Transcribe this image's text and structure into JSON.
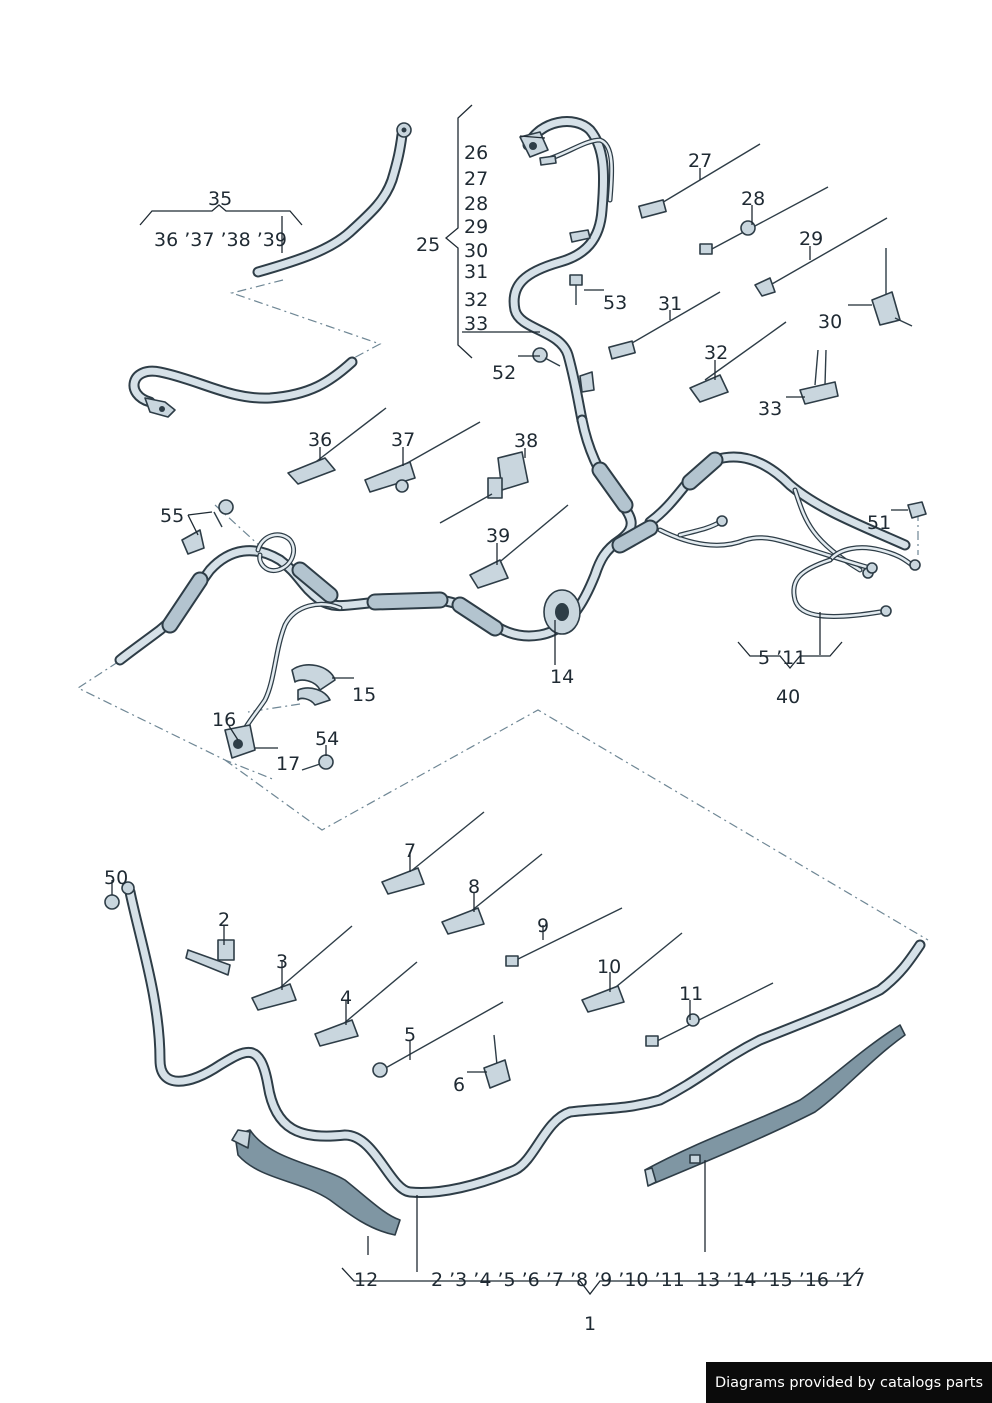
{
  "labels": {
    "l1": "1",
    "l2": "2",
    "l3": "3",
    "l4": "4",
    "l5": "5",
    "l6": "6",
    "l7": "7",
    "l8": "8",
    "l9": "9",
    "l10": "10",
    "l11": "11",
    "l12": "12",
    "l14": "14",
    "l15": "15",
    "l16": "16",
    "l17": "17",
    "l25": "25",
    "l26": "26",
    "l27": "27",
    "l28": "28",
    "l29": "29",
    "l30": "30",
    "l31": "31",
    "l32": "32",
    "l33": "33",
    "l35": "35",
    "l36": "36",
    "l37": "37",
    "l38": "38",
    "l39": "39",
    "l40": "40",
    "l50": "50",
    "l51": "51",
    "l52": "52",
    "l53": "53",
    "l54": "54",
    "l55": "55"
  },
  "group_lists": {
    "g25": [
      "26",
      "27",
      "28",
      "29",
      "30",
      "31",
      "32",
      "33"
    ],
    "g35": "36 ’37 ’38 ’39",
    "g40": "5 ’11",
    "g1_left": "12",
    "g1_mid": "2 ’3 ’4 ’5 ’6 ’7 ’8 ’9 ’10 ’11",
    "g1_right": "13 ’14 ’15 ’16 ’17"
  },
  "footer": {
    "text": "Diagrams provided by catalogs parts"
  },
  "colors": {
    "line": "#2e3d47",
    "part_fill": "#c9d6de",
    "dash": "#6f8795",
    "banner_bg": "#0b0b0b",
    "banner_text": "#ffffff"
  }
}
